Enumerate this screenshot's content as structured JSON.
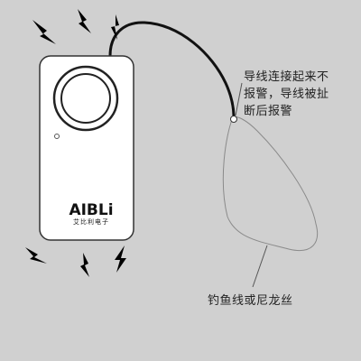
{
  "annotations": {
    "wire_note": [
      "导线连接起来不",
      "报警，导线被扯",
      "断后报警"
    ],
    "line_note": "钓鱼线或尼龙丝"
  },
  "device": {
    "brand_logo": "AIBLi",
    "brand_subtitle": "艾比利电子"
  },
  "icons": {
    "alarm_device": "alarm-device-icon",
    "button": "round-button-icon",
    "indicator": "led-indicator-icon",
    "vibration": "lightning-bolt-icon",
    "wire": "wire-icon",
    "fishing_line": "fishing-line-loop-icon"
  },
  "colors": {
    "background": "#d0d0d0",
    "device_body": "#ffffff",
    "outline": "#222222",
    "line": "#888888",
    "bolt": "#000000"
  }
}
